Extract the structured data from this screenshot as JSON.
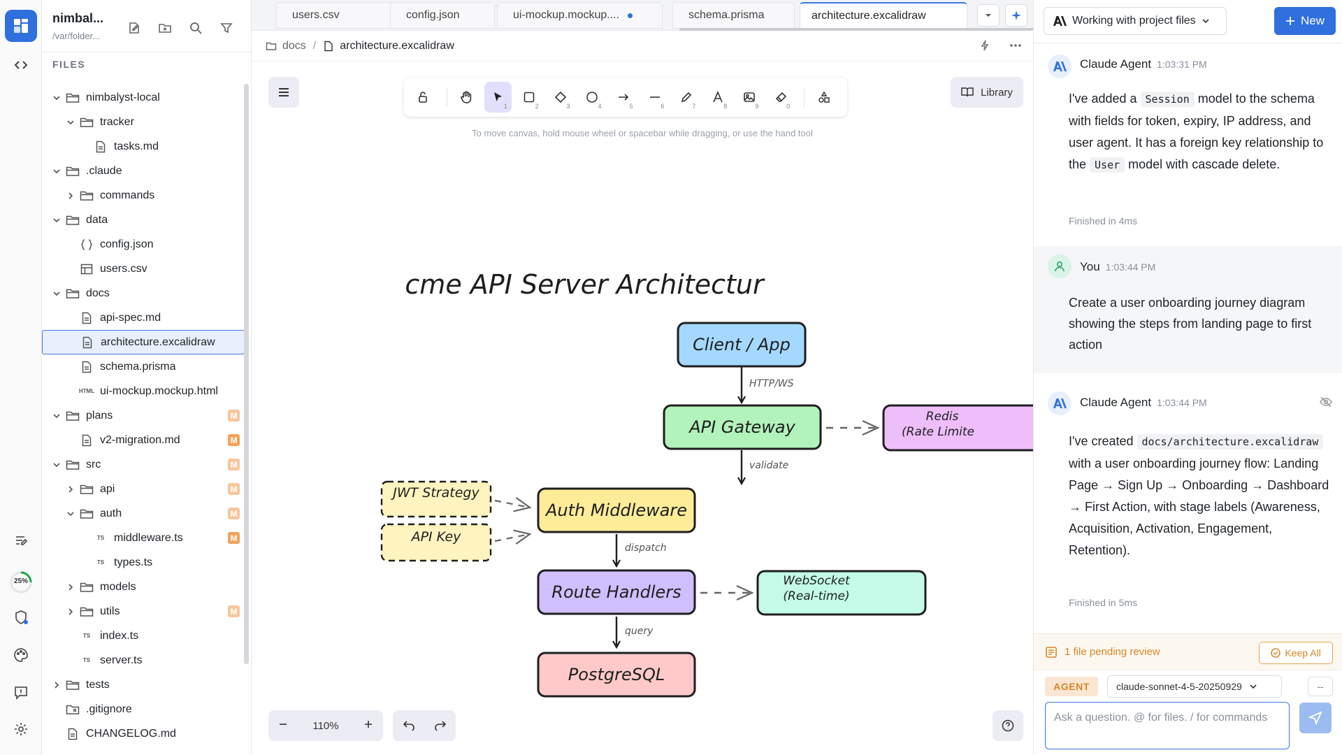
{
  "rail": {
    "progress_label": "25%",
    "progress_value": 0.25
  },
  "files": {
    "project_name": "nimbal...",
    "project_path": "/var/folder...",
    "header": "FILES",
    "tree": [
      {
        "label": "nimbalyst-local",
        "depth": 0,
        "type": "folder",
        "expanded": true
      },
      {
        "label": "tracker",
        "depth": 1,
        "type": "folder",
        "expanded": true
      },
      {
        "label": "tasks.md",
        "depth": 2,
        "type": "file"
      },
      {
        "label": ".claude",
        "depth": 0,
        "type": "folder",
        "expanded": true
      },
      {
        "label": "commands",
        "depth": 1,
        "type": "folder",
        "expanded": false
      },
      {
        "label": "data",
        "depth": 0,
        "type": "folder",
        "expanded": true
      },
      {
        "label": "config.json",
        "depth": 1,
        "type": "json"
      },
      {
        "label": "users.csv",
        "depth": 1,
        "type": "table"
      },
      {
        "label": "docs",
        "depth": 0,
        "type": "folder",
        "expanded": true
      },
      {
        "label": "api-spec.md",
        "depth": 1,
        "type": "file"
      },
      {
        "label": "architecture.excalidraw",
        "depth": 1,
        "type": "file",
        "selected": true
      },
      {
        "label": "schema.prisma",
        "depth": 1,
        "type": "file"
      },
      {
        "label": "ui-mockup.mockup.html",
        "depth": 1,
        "type": "html",
        "tag": "HTML"
      },
      {
        "label": "plans",
        "depth": 0,
        "type": "folder",
        "expanded": true,
        "badge": "M",
        "badge_dim": true
      },
      {
        "label": "v2-migration.md",
        "depth": 1,
        "type": "file",
        "badge": "M"
      },
      {
        "label": "src",
        "depth": 0,
        "type": "folder",
        "expanded": true,
        "badge": "M",
        "badge_dim": true
      },
      {
        "label": "api",
        "depth": 1,
        "type": "folder",
        "expanded": false,
        "badge": "M",
        "badge_dim": true
      },
      {
        "label": "auth",
        "depth": 1,
        "type": "folder",
        "expanded": true,
        "badge": "M",
        "badge_dim": true
      },
      {
        "label": "middleware.ts",
        "depth": 2,
        "type": "ts",
        "tag": "TS",
        "badge": "M"
      },
      {
        "label": "types.ts",
        "depth": 2,
        "type": "ts",
        "tag": "TS"
      },
      {
        "label": "models",
        "depth": 1,
        "type": "folder",
        "expanded": false
      },
      {
        "label": "utils",
        "depth": 1,
        "type": "folder",
        "expanded": false,
        "badge": "M",
        "badge_dim": true
      },
      {
        "label": "index.ts",
        "depth": 1,
        "type": "ts",
        "tag": "TS"
      },
      {
        "label": "server.ts",
        "depth": 1,
        "type": "ts",
        "tag": "TS"
      },
      {
        "label": "tests",
        "depth": 0,
        "type": "folder",
        "expanded": false
      },
      {
        "label": ".gitignore",
        "depth": 0,
        "type": "gitignore"
      },
      {
        "label": "CHANGELOG.md",
        "depth": 0,
        "type": "file"
      }
    ]
  },
  "tabs": [
    {
      "label": "users.csv"
    },
    {
      "label": "config.json"
    },
    {
      "label": "ui-mockup.mockup....",
      "dirty": true
    },
    {
      "label": "schema.prisma"
    },
    {
      "label": "architecture.excalidraw",
      "active": true
    }
  ],
  "breadcrumb": {
    "folder": "docs",
    "file": "architecture.excalidraw"
  },
  "canvas": {
    "tool_keys": [
      "1",
      "2",
      "3",
      "4",
      "5",
      "6",
      "7",
      "8",
      "9",
      "0"
    ],
    "hint": "To move canvas, hold mouse wheel or spacebar while dragging, or use the hand tool",
    "library_label": "Library",
    "zoom_label": "110%",
    "diagram": {
      "title": "cme API Server Architectur",
      "nodes": {
        "client": "Client / App",
        "gateway": "API Gateway",
        "redis_line1": "Redis",
        "redis_line2": "(Rate Limite",
        "jwt": "JWT Strategy",
        "apikey": "API Key",
        "auth": "Auth Middleware",
        "routes": "Route Handlers",
        "ws_line1": "WebSocket",
        "ws_line2": "(Real-time)",
        "db": "PostgreSQL"
      },
      "edges": {
        "http": "HTTP/WS",
        "validate": "validate",
        "dispatch": "dispatch",
        "query": "query"
      },
      "colors": {
        "client": "#a5d8ff",
        "gateway": "#b2f2bb",
        "redis": "#eebefa",
        "jwt": "#fff3bf",
        "auth": "#ffec99",
        "routes": "#d0bfff",
        "ws": "#c3fae8",
        "db": "#ffc9c9"
      }
    }
  },
  "chat": {
    "context_label": "Working with project files",
    "new_label": "New",
    "messages": [
      {
        "author": "Claude Agent",
        "time": "1:03:31 PM",
        "parts": [
          "I've added a ",
          "Session",
          " model to the schema with fields for token, expiry, IP address, and user agent. It has a foreign key relationship to the ",
          "User",
          " model with cascade delete."
        ],
        "finished": "Finished in 4ms"
      },
      {
        "author": "You",
        "time": "1:03:44 PM",
        "text": "Create a user onboarding journey diagram showing the steps from landing page to first action"
      },
      {
        "author": "Claude Agent",
        "time": "1:03:44 PM",
        "parts": [
          "I've created ",
          "docs/architecture.excalidraw",
          " with a user onboarding journey flow: Landing Page → Sign Up → Onboarding → Dashboard → First Action, with stage labels (Awareness, Acquisition, Activation, Engagement, Retention)."
        ],
        "finished": "Finished in 5ms"
      }
    ],
    "pending_label": "1 file pending review",
    "keep_label": "Keep All",
    "mode_label": "AGENT",
    "model_label": "claude-sonnet-4-5-20250929",
    "extra_label": "--",
    "input_placeholder": "Ask a question. @ for files. / for commands"
  },
  "colors": {
    "accent": "#2f6fde",
    "badge": "#f1a25a",
    "pending": "#d4872a"
  }
}
